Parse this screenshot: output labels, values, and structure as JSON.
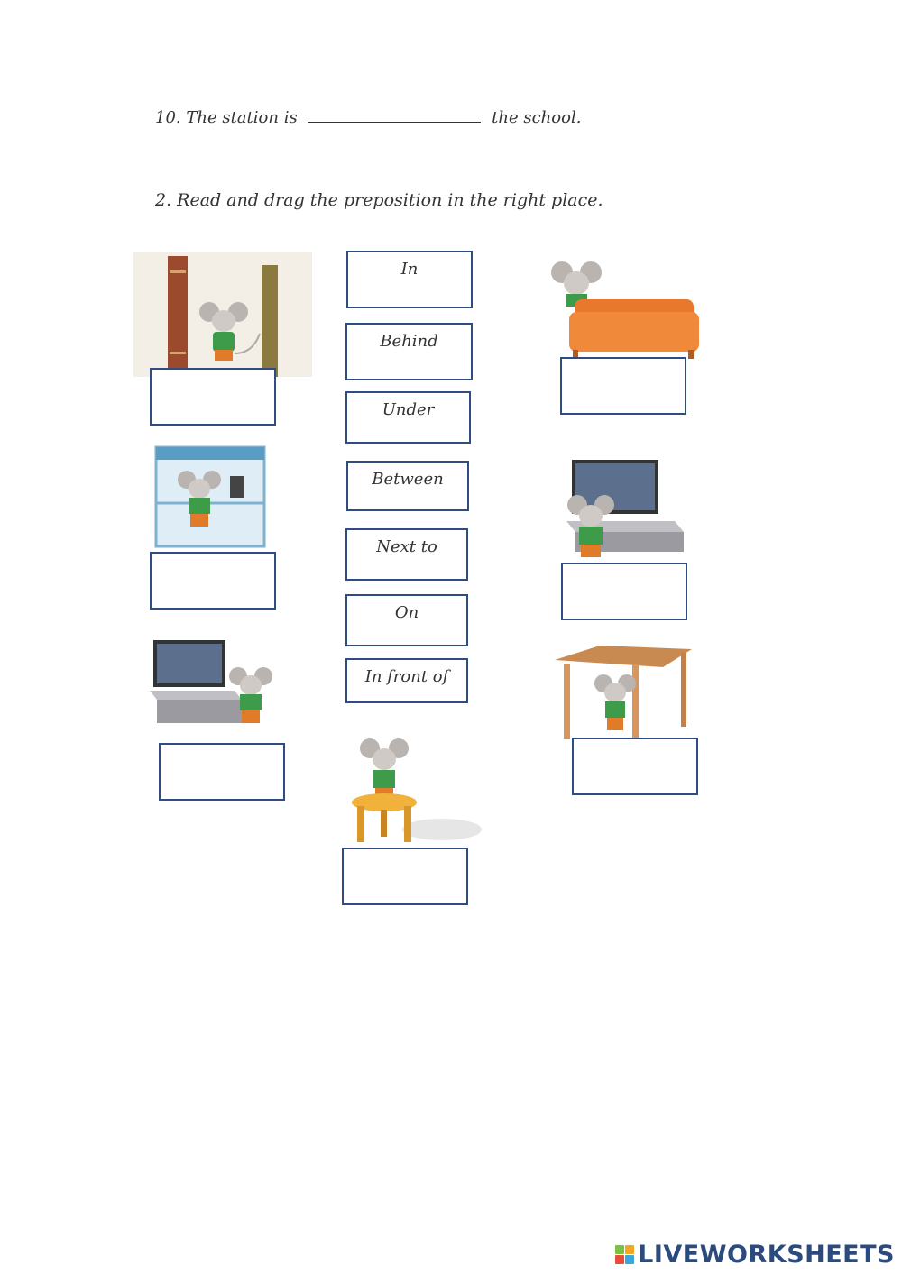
{
  "exercise10": {
    "number": "10.",
    "before": "The station is",
    "after": "the school."
  },
  "exercise2": {
    "instruction": "2.  Read and drag the preposition in the right place."
  },
  "words": [
    "In",
    "Behind",
    "Under",
    "Between",
    "Next to",
    "On",
    "In front of"
  ],
  "logo": {
    "text": "LIVEWORKSHEETS",
    "colors": [
      "#7cc242",
      "#f5a623",
      "#e94b3c",
      "#3aa6dd"
    ]
  }
}
